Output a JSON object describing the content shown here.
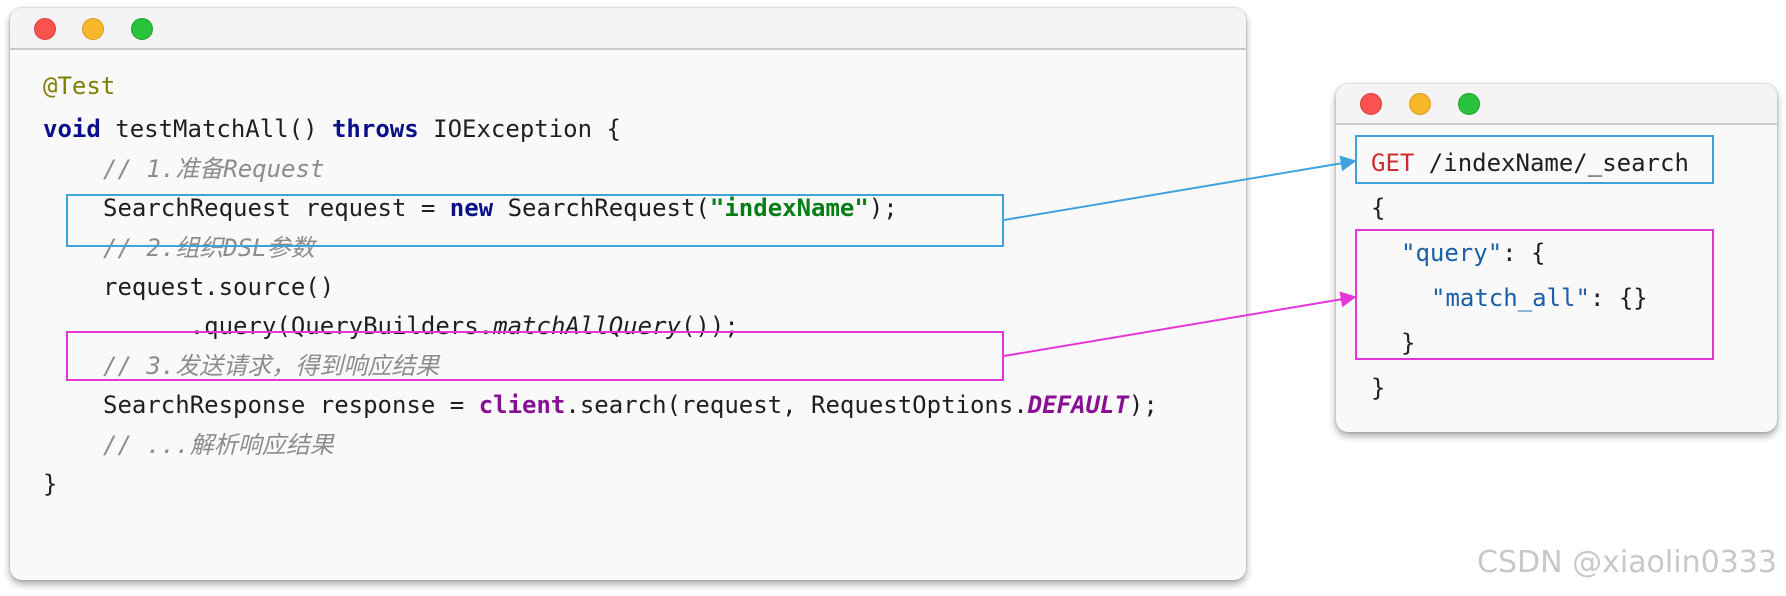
{
  "code_window": {
    "lines": {
      "annotation": "@Test",
      "method_sig": {
        "kw_void": "void",
        "name": " testMatchAll() ",
        "kw_throws": "throws",
        "rest": " IOException {"
      },
      "comment1": "// 1.准备Request",
      "request": {
        "pre": "SearchRequest request = ",
        "kw_new": "new",
        "mid": " SearchRequest(",
        "str": "\"indexName\"",
        "post": ");"
      },
      "comment2": "// 2.组织DSL参数",
      "source": "request.source()",
      "query": {
        "pre": "      .query(QueryBuilders.",
        "method": "matchAllQuery",
        "post": "());"
      },
      "comment3": "// 3.发送请求，得到响应结果",
      "response": {
        "pre": "SearchResponse response = ",
        "client": "client",
        "mid": ".search(request, RequestOptions.",
        "default": "DEFAULT",
        "post": ");"
      },
      "comment4": "// ...解析响应结果",
      "close": "}"
    }
  },
  "dsl_window": {
    "lines": {
      "get_method": "GET",
      "get_path": " /indexName/_search",
      "open": "{",
      "query_key": "\"query\"",
      "query_rest": ": {",
      "match_all_key": "\"match_all\"",
      "match_all_rest": ": {}",
      "inner_close": "}",
      "close": "}"
    }
  },
  "colors": {
    "request_highlight": "#3ea3dd",
    "query_highlight": "#e535d8"
  },
  "watermark": "CSDN @xiaolin0333"
}
